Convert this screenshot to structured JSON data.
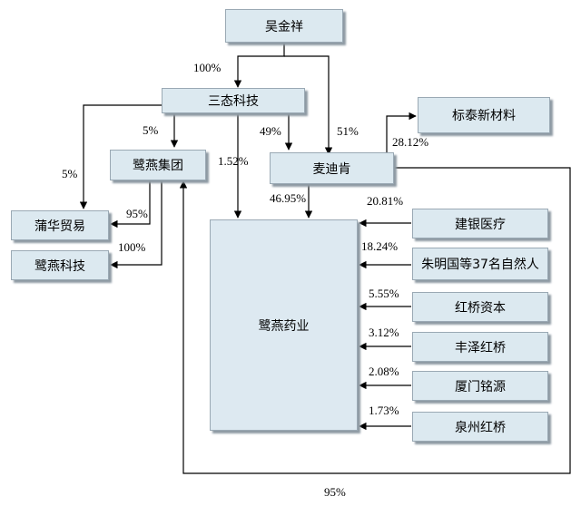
{
  "nodes": {
    "wu_jinxiang": "吴金祥",
    "santai_tech": "三态科技",
    "biaotai_material": "标泰新材料",
    "yanyan_group": "鹭燕集团",
    "maidiken": "麦迪肯",
    "puhua_trade": "蒲华贸易",
    "yanyan_tech": "鹭燕科技",
    "yanyan_pharma": "鹭燕药业",
    "jianyin_medical": "建银医疗",
    "zhu_mingguo_37": "朱明国等37名自然人",
    "hongqiao_capital": "红桥资本",
    "fengze_hongqiao": "丰泽红桥",
    "xiamen_mingyuan": "厦门铭源",
    "quanzhou_hongqiao": "泉州红桥"
  },
  "edges": {
    "wu_to_santai": "100%",
    "santai_to_yanyan_group": "5%",
    "santai_to_puhua": "5%",
    "santai_to_maidiken": "49%",
    "wu_to_maidiken": "51%",
    "maidiken_to_biaotai": "28.12%",
    "santai_to_pharma": "1.52%",
    "maidiken_to_pharma": "46.95%",
    "group_to_puhua": "95%",
    "group_to_tech": "100%",
    "jianyin_to_pharma": "20.81%",
    "zhu_to_pharma": "18.24%",
    "hongqiao_to_pharma": "5.55%",
    "fengze_to_pharma": "3.12%",
    "mingyuan_to_pharma": "2.08%",
    "quanzhou_to_pharma": "1.73%",
    "maidiken_to_group": "95%"
  }
}
